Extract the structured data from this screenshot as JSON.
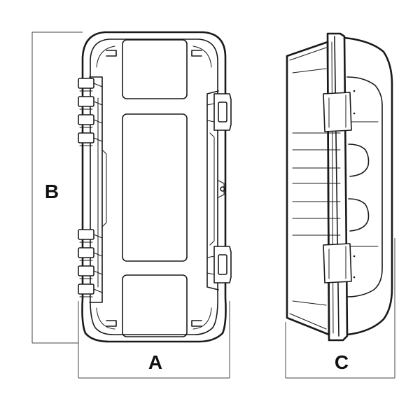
{
  "dimensions": {
    "width_label": "A",
    "height_label": "B",
    "depth_label": "C"
  }
}
